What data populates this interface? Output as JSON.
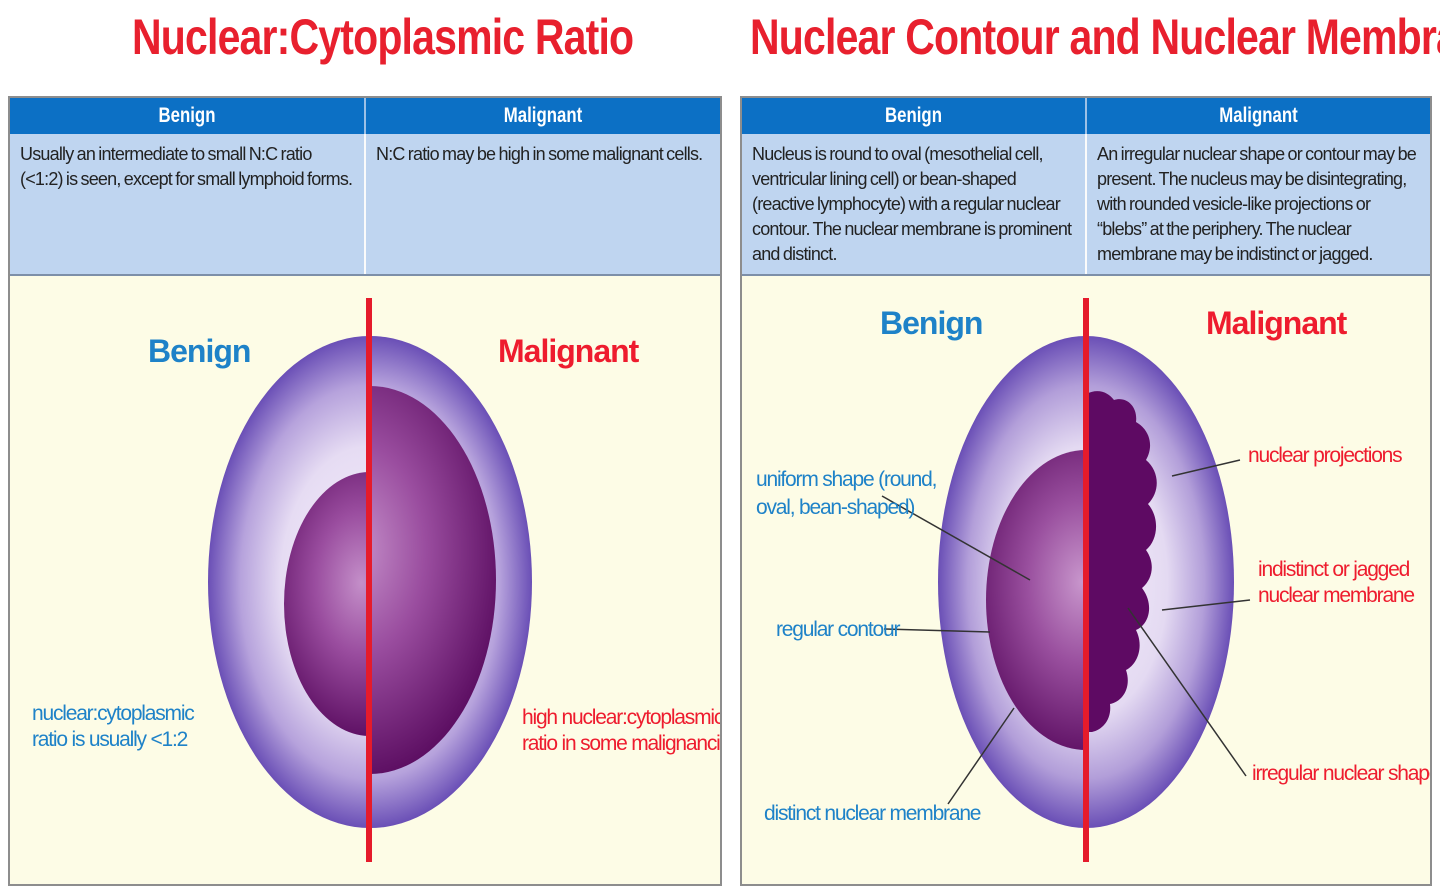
{
  "titles": {
    "left": "Nuclear:Cytoplasmic Ratio",
    "right": "Nuclear Contour and Nuclear Membrane"
  },
  "left_panel": {
    "col_benign": "Benign",
    "col_malignant": "Malignant",
    "benign_text": "Usually an intermediate to small N:C ratio (<1:2) is seen, except for small lymphoid forms.",
    "malignant_text": "N:C ratio may be high in some malignant cells.",
    "label_benign": "Benign",
    "label_malignant": "Malignant",
    "ann_benign_1": "nuclear:cytoplasmic",
    "ann_benign_2": "ratio is usually <1:2",
    "ann_malignant_1": "high nuclear:cytoplasmic",
    "ann_malignant_2": "ratio in some malignancies"
  },
  "right_panel": {
    "col_benign": "Benign",
    "col_malignant": "Malignant",
    "benign_text": "Nucleus is round to oval (mesothelial cell, ventricular lining cell) or bean-shaped (reactive lymphocyte) with a regular nuclear contour. The nuclear membrane is prominent and distinct.",
    "malignant_text": "An irregular nuclear shape or contour may be present. The nucleus may be disintegrating, with rounded vesicle-like projections or “blebs” at the periphery. The nuclear membrane may be indistinct or jagged.",
    "label_benign": "Benign",
    "label_malignant": "Malignant",
    "ann_uniform_1": "uniform shape (round,",
    "ann_uniform_2": "oval, bean-shaped)",
    "ann_regular": "regular contour",
    "ann_distinct": "distinct nuclear membrane",
    "ann_projections": "nuclear projections",
    "ann_indistinct_1": "indistinct or jagged",
    "ann_indistinct_2": "nuclear membrane",
    "ann_irregular": "irregular nuclear shape"
  },
  "colors": {
    "title_red": "#e8202e",
    "header_blue": "#0c70c5",
    "row_blue": "#bfd5f0",
    "panel_cream": "#fdfce6",
    "label_blue": "#1e82c8",
    "label_red": "#ee1c2e",
    "divider_red": "#e51b2b"
  }
}
